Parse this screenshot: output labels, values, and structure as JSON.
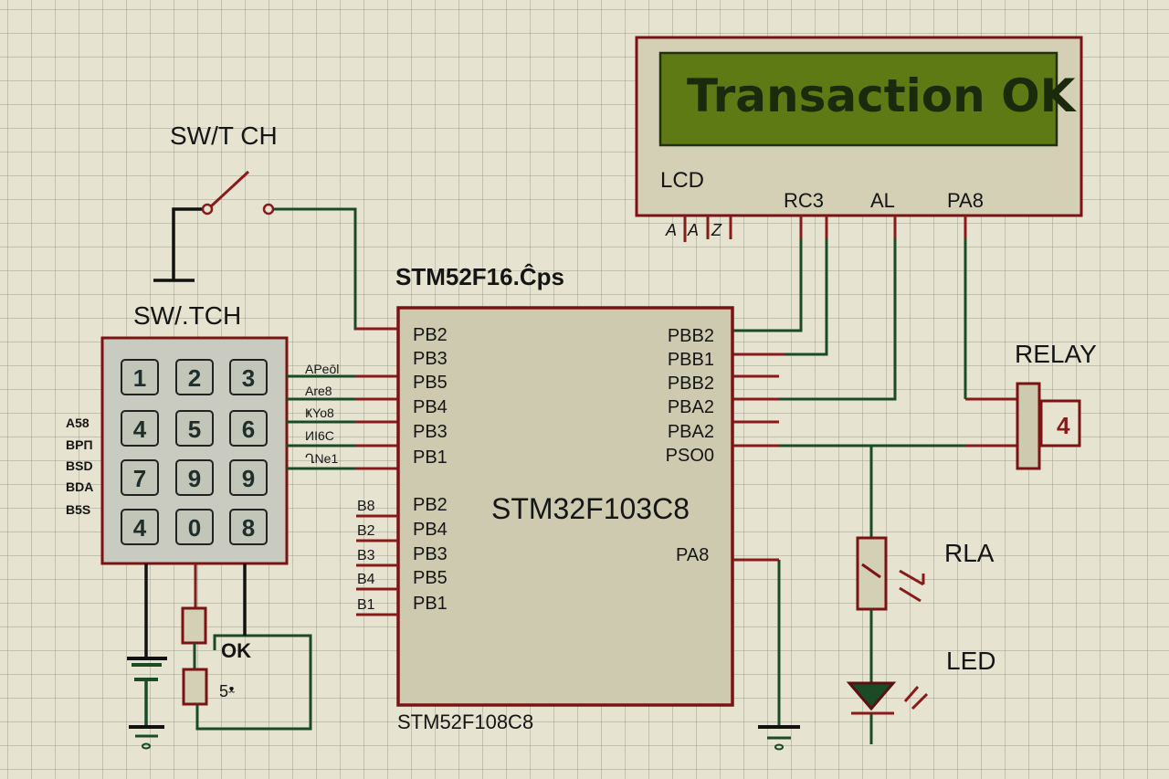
{
  "colors": {
    "background": "#e6e4d1",
    "component_border": "#7a1414",
    "component_fill": "#cdcab0",
    "keypad_fill": "#c9cbc0",
    "wire_green": "#1b4a26",
    "wire_red": "#8a1a1a",
    "lcd_screen": "#5e7a14",
    "lcd_text": "#1a2a0c"
  },
  "lcd": {
    "display_text": "Transaction OK",
    "label": "LCD",
    "bottom_pins_italic": [
      "A",
      "A",
      "Z"
    ],
    "pin_labels": [
      "RC3",
      "AL",
      "PA8"
    ]
  },
  "switch": {
    "label_top": "SW/T CH",
    "label_keypad": "SW/.TCH"
  },
  "keypad": {
    "keys": [
      "1",
      "2",
      "3",
      "4",
      "5",
      "6",
      "7",
      "9",
      "9",
      "4",
      "0",
      "8"
    ],
    "left_labels": [
      "A58",
      "BPП",
      "BSD",
      "BDA",
      "B5S"
    ],
    "right_net_labels": [
      "APeōl",
      "Are8",
      "ҜYo8",
      "ИI6C",
      "ՂNe1"
    ]
  },
  "mcu": {
    "top_label": "STM52F16.Ĉps",
    "center_label": "STM32F103C8",
    "bottom_label": "STM52F108C8",
    "left_pins_upper": [
      "PB2",
      "PB3",
      "PB5",
      "PB4",
      "PB3",
      "PB1"
    ],
    "left_pins_lower": [
      "PB2",
      "PB4",
      "PB3",
      "PB5",
      "PB1"
    ],
    "left_net_labels_lower": [
      "B8",
      "B2",
      "B3",
      "B4",
      "B1"
    ],
    "right_pins": [
      "PBB2",
      "PBB1",
      "PBB2",
      "PBA2",
      "PBA2",
      "PSO0"
    ],
    "right_pin_lower": "PA8"
  },
  "relay": {
    "label": "RELAY",
    "pin_number": "4"
  },
  "rla": {
    "label": "RLA"
  },
  "led": {
    "label": "LED"
  },
  "resistor_network": {
    "label_ok": "OK",
    "label_value": "5ᵜ"
  }
}
